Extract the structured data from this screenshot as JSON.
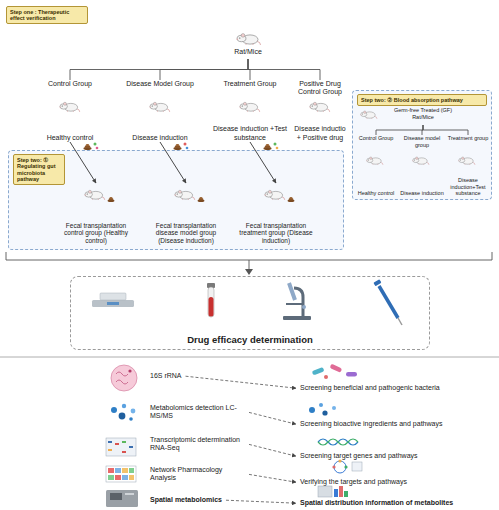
{
  "diagram": {
    "nodes": [
      {
        "text": [
          "Step one : Therapeutic effect verification"
        ]
      },
      {
        "text": [
          "Rat/Mice"
        ]
      },
      {
        "text": [
          "Control Group",
          "Healthy control"
        ]
      },
      {
        "text": [
          "Disease Model Group",
          "Disease induction"
        ]
      },
      {
        "text": [
          "Treatment Group",
          "Disease induction +Test substance"
        ]
      },
      {
        "text": [
          "Positive Drug Control Group",
          "Disease inductio + Positive drug"
        ]
      },
      {
        "text": [
          "Step two: ② Blood absorption pathway"
        ]
      },
      {
        "text": [
          "Germ-free Treated (GF) Rat/Mice"
        ],
        "in": 6
      },
      {
        "text": [
          "Control Group",
          "Healthy control"
        ],
        "in": 6
      },
      {
        "text": [
          "Disease model group",
          "Disease induction"
        ],
        "in": 6
      },
      {
        "text": [
          "Treatment group",
          "Disease induction+Test substance"
        ],
        "in": 6
      },
      {
        "text": [
          "Step two: ① Regulating gut microbiota pathway"
        ]
      },
      {
        "text": [
          "Fecal transplantation control group (Healthy control)"
        ],
        "in": 11
      },
      {
        "text": [
          "Fecal transplantation disease model group (Disease induction)"
        ],
        "in": 11
      },
      {
        "text": [
          "Fecal transplantation treatment group (Disease induction)"
        ],
        "in": 11
      },
      {
        "text": [
          "Drug efficacy determination"
        ]
      },
      {
        "text": [
          "16S rRNA"
        ]
      },
      {
        "text": [
          "Metabolomics detection LC-MS/MS"
        ]
      },
      {
        "text": [
          "Transcriptomic determination RNA-Seq"
        ]
      },
      {
        "text": [
          "Network Pharmacology Analysis"
        ]
      },
      {
        "text": [
          "Spatial metabolomics"
        ]
      },
      {
        "text": [
          "Screening beneficial and pathogenic bacteria"
        ]
      },
      {
        "text": [
          "Screening bioactive ingredients and pathways"
        ]
      },
      {
        "text": [
          "Screening target genes and pathways"
        ]
      },
      {
        "text": [
          "Verifying the targets and pathways"
        ]
      },
      {
        "text": [
          "Spatial distribution information of metabolites"
        ]
      }
    ],
    "edges": [
      {
        "from": 1,
        "to": 2,
        "arrow": "none"
      },
      {
        "from": 1,
        "to": 3,
        "arrow": "none"
      },
      {
        "from": 1,
        "to": 4,
        "arrow": "none"
      },
      {
        "from": 1,
        "to": 5,
        "arrow": "none"
      },
      {
        "from": 7,
        "to": 8,
        "arrow": "none"
      },
      {
        "from": 7,
        "to": 9,
        "arrow": "none"
      },
      {
        "from": 7,
        "to": 10,
        "arrow": "none"
      },
      {
        "from": 2,
        "to": 12,
        "arrow": "to"
      },
      {
        "from": 3,
        "to": 13,
        "arrow": "to"
      },
      {
        "from": 4,
        "to": 14,
        "arrow": "to"
      },
      {
        "from": 16,
        "to": 21,
        "arrow": "to"
      },
      {
        "from": 17,
        "to": 22,
        "arrow": "to"
      },
      {
        "from": 18,
        "to": 23,
        "arrow": "to"
      },
      {
        "from": 19,
        "to": 24,
        "arrow": "to"
      },
      {
        "from": 20,
        "to": 25,
        "arrow": "to"
      }
    ]
  }
}
